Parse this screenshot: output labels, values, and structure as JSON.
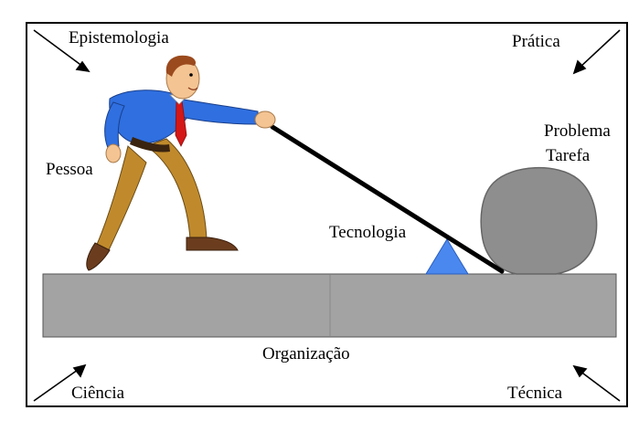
{
  "diagram": {
    "corners": {
      "top_left": "Epistemologia",
      "top_right": "Prática",
      "bottom_left": "Ciência",
      "bottom_right": "Técnica"
    },
    "person_label": "Pessoa",
    "problem_label": "Problema",
    "task_label": "Tarefa",
    "fulcrum_label": "Tecnologia",
    "platform_label": "Organização",
    "colors": {
      "frame": "#000000",
      "platform": "#a3a3a3",
      "rock": "#8e8e8e",
      "fulcrum": "#4a88ef",
      "shirt": "#2f6fe0",
      "pants": "#c08a2c",
      "tie": "#d41717",
      "shoes": "#6b3d1e",
      "skin": "#f4c493",
      "hair": "#9b4a1e"
    },
    "icons": {
      "person": "man-pushing-lever-icon",
      "rock": "boulder-icon",
      "fulcrum": "triangle-fulcrum-icon"
    }
  }
}
